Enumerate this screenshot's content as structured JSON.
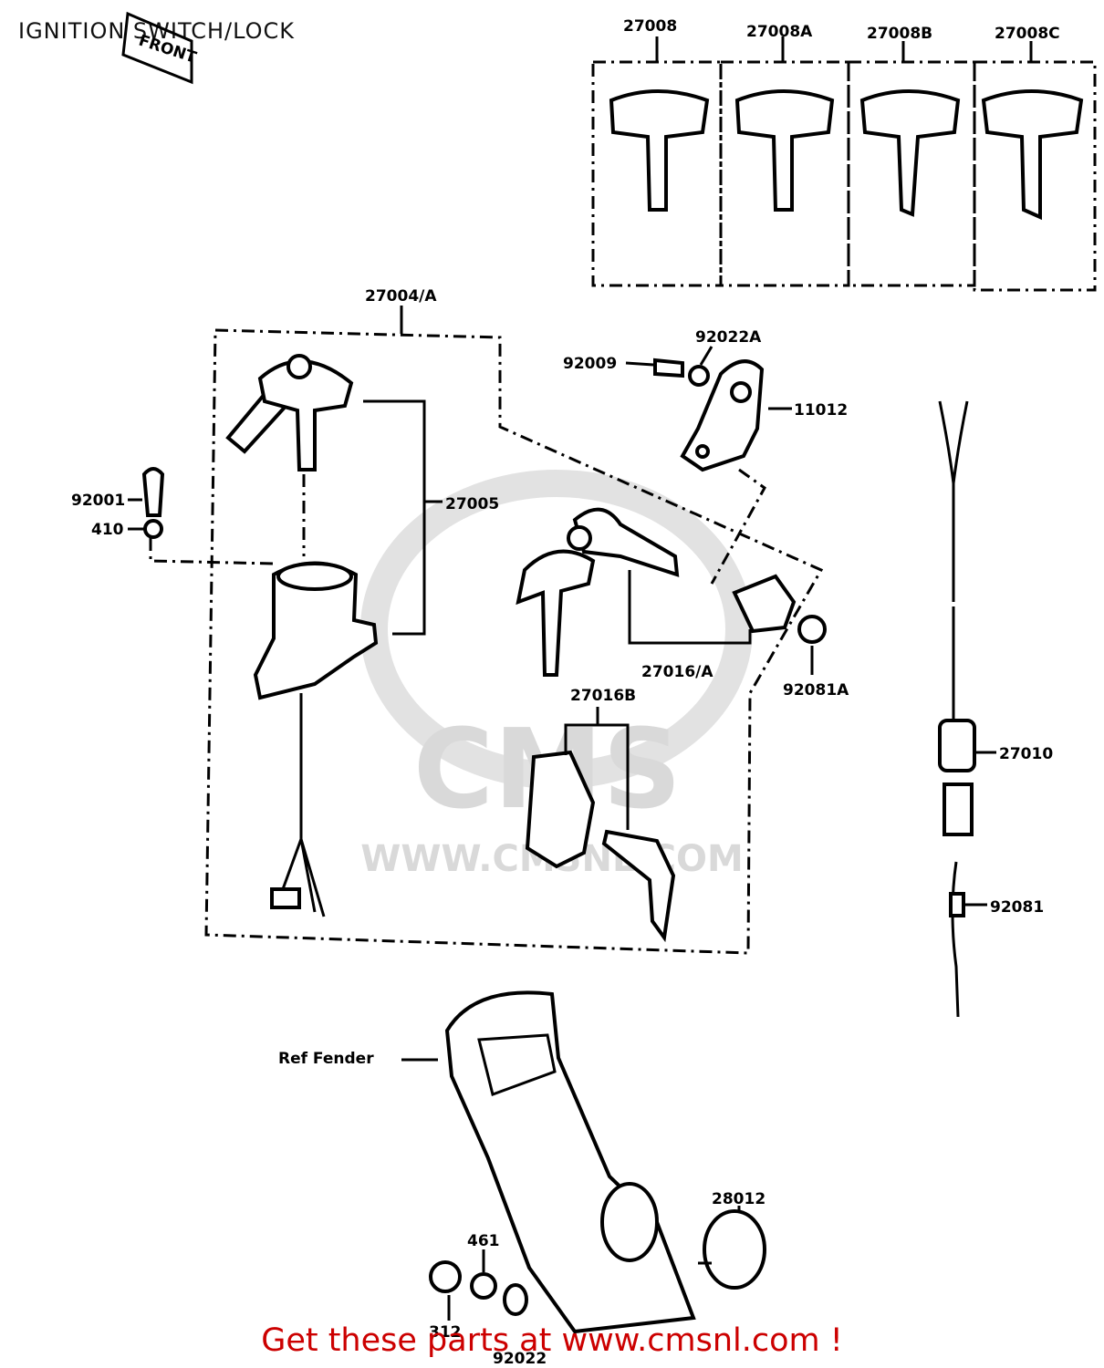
{
  "page": {
    "title": "IGNITION SWITCH/LOCK",
    "banner": "Get these parts at www.cmsnl.com !"
  },
  "watermark": {
    "brand": "CMS",
    "url": "WWW.CMSNL.COM"
  },
  "diagram": {
    "front_label": "FRONT",
    "labels": {
      "l27008": "27008",
      "l27008a": "27008A",
      "l27008b": "27008B",
      "l27008c": "27008C",
      "l27004a": "27004/A",
      "l92022a": "92022A",
      "l92009": "92009",
      "l11012": "11012",
      "l92001": "92001",
      "l410": "410",
      "l27005": "27005",
      "l27016a": "27016/A",
      "l92081a": "92081A",
      "l27016b": "27016B",
      "l27010": "27010",
      "l92081": "92081",
      "lref": "Ref Fender",
      "l28012": "28012",
      "l461": "461",
      "l312": "312",
      "l92022": "92022"
    }
  }
}
